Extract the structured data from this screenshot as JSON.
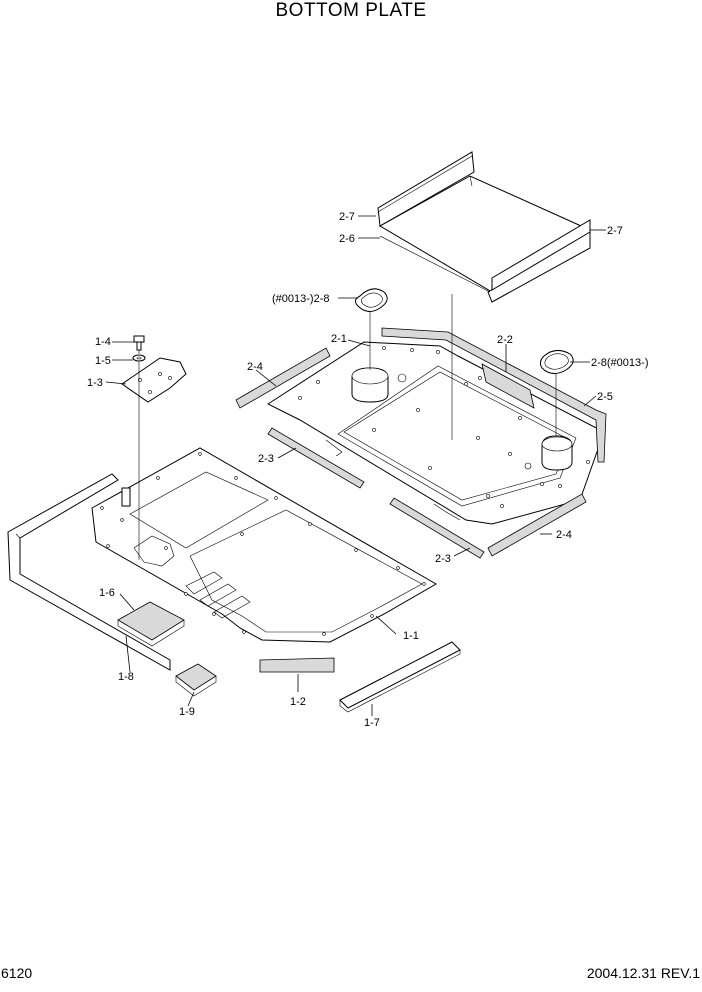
{
  "title": "BOTTOM PLATE",
  "footer": {
    "page_number": "6120",
    "date_rev": "2004.12.31  REV.1"
  },
  "labels": {
    "l_2_7a": "2-7",
    "l_2_6": "2-6",
    "l_2_7b": "2-7",
    "l_2_8a": "(#0013-)2-8",
    "l_2_1": "2-1",
    "l_2_2": "2-2",
    "l_2_8b": "2-8(#0013-)",
    "l_2_5": "2-5",
    "l_2_4a": "2-4",
    "l_2_3a": "2-3",
    "l_2_3b": "2-3",
    "l_2_4b": "2-4",
    "l_1_4": "1-4",
    "l_1_5": "1-5",
    "l_1_3": "1-3",
    "l_1_6": "1-6",
    "l_1_8": "1-8",
    "l_1_9": "1-9",
    "l_1_2": "1-2",
    "l_1_1": "1-1",
    "l_1_7": "1-7"
  }
}
